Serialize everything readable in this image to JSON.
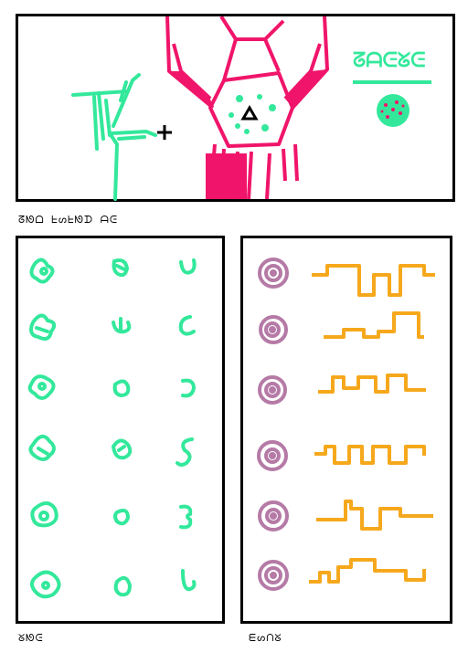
{
  "scene": {
    "caption_top": "ᘔᘚᗝ ᖶᔕᖶᘚᗪ ᗩᕮ",
    "caption_left": "ᘜᘚᕮ",
    "caption_right": "ᗴᔕᑎᘜ",
    "header_glyphs": "ᘔᗩᕮᘜᕮ"
  },
  "colors": {
    "green": "#33e89b",
    "magenta": "#f0156a",
    "purple": "#b57aa6",
    "orange": "#f6a81c",
    "ink": "#000000"
  },
  "inventory_rows": 6,
  "wave_rows": 6
}
